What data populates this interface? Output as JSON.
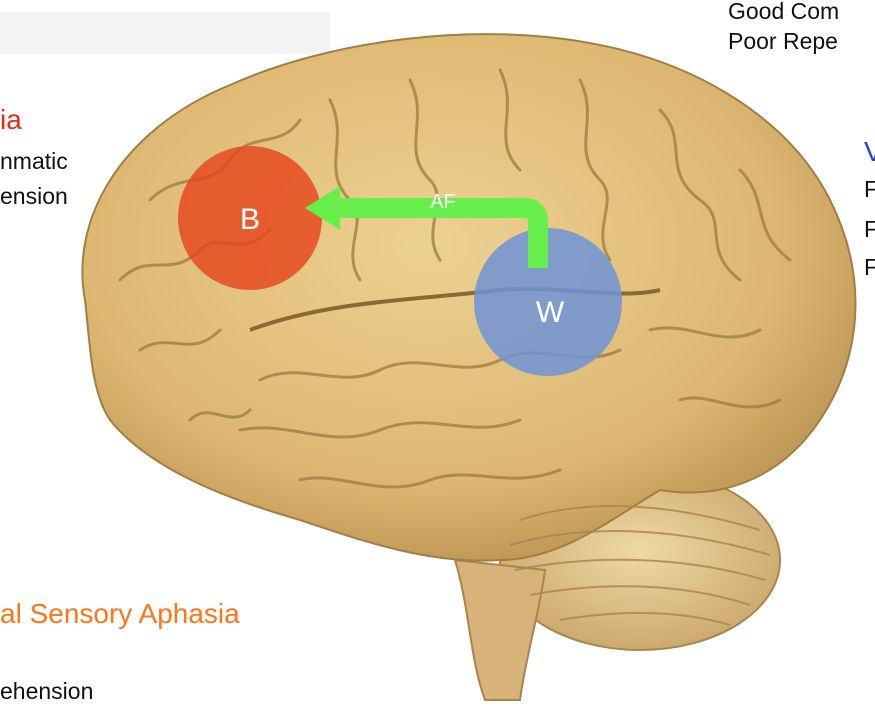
{
  "colors": {
    "broca": "#e52b1b",
    "wernicke": "#2b3fd8",
    "transcortical": "#ff7518",
    "text": "#111111",
    "pathway": "#66ee4a",
    "broca_circle": "#e5451d",
    "wernicke_circle": "#6f93d6",
    "brain": "#e3c07c"
  },
  "labels": {
    "top_right_line1": "Good Com",
    "top_right_line2": "Poor Repe",
    "left_title_fragment": "ia",
    "left_line1": "nmatic",
    "left_line2": "ension",
    "right_title_fragment": "V",
    "right_line1": "F",
    "right_line2": "F",
    "right_line3": "F",
    "bottom_title": "al Sensory Aphasia",
    "bottom_line": "ehension"
  },
  "diagram": {
    "broca_label": "B",
    "wernicke_label": "W",
    "pathway_label": "AF"
  }
}
